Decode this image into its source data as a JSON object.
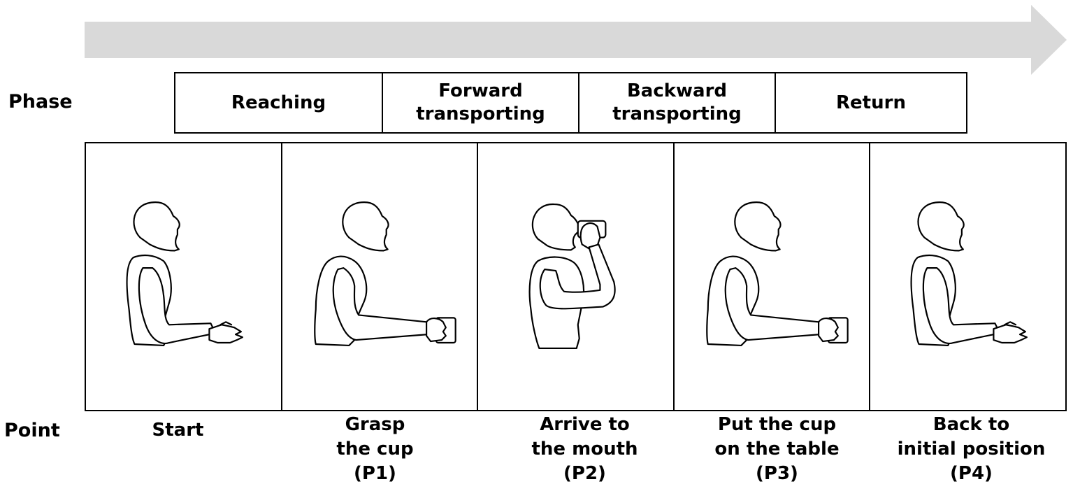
{
  "row_labels": {
    "phase": "Phase",
    "point": "Point"
  },
  "phases": [
    {
      "label": "Reaching"
    },
    {
      "label": "Forward\ntransporting"
    },
    {
      "label": "Backward\ntransporting"
    },
    {
      "label": "Return"
    }
  ],
  "points": [
    {
      "label": "Start",
      "pose": "arm-extended-open-hand"
    },
    {
      "label": "Grasp\nthe cup\n(P1)",
      "pose": "arm-extended-holding-cup"
    },
    {
      "label": "Arrive to\nthe mouth\n(P2)",
      "pose": "cup-at-mouth"
    },
    {
      "label": "Put the cup\non the table\n(P3)",
      "pose": "arm-extended-holding-cup"
    },
    {
      "label": "Back to\ninitial position\n(P4)",
      "pose": "arm-extended-open-hand"
    }
  ],
  "colors": {
    "arrow": "#d9d9d9",
    "stroke": "#000000",
    "background": "#ffffff"
  }
}
